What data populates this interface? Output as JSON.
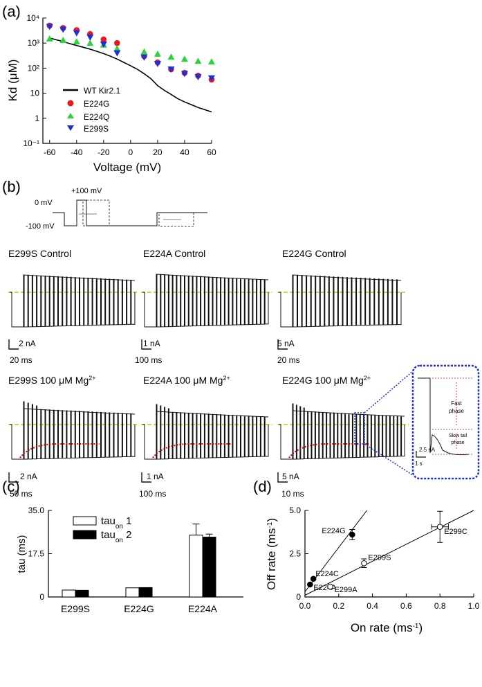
{
  "panel_labels": {
    "a": "(a)",
    "b": "(b)",
    "c": "(c)",
    "d": "(d)"
  },
  "colors": {
    "wt": "#000000",
    "e224g": "#e8191f",
    "e224q": "#2fd23a",
    "e299s": "#1f2fd8",
    "dashed_ref": "#b9cc1f",
    "fit": "#d40000",
    "inset_border": "#2030d0",
    "bar_open": "#ffffff",
    "bar_filled": "#000000"
  },
  "chart_data": [
    {
      "id": "a",
      "type": "scatter",
      "xlabel": "Voltage (mV)",
      "ylabel": "Kd (μM)",
      "xlim": [
        -65,
        60
      ],
      "ylim_log10": [
        -1,
        4
      ],
      "yscale": "log",
      "xticks": [
        "-60",
        "-40",
        "-20",
        "0",
        "20",
        "40",
        "60"
      ],
      "yticks": [
        "10⁻¹",
        "1",
        "10",
        "10²",
        "10³",
        "10⁴"
      ],
      "legend_position": "lower-left",
      "series": [
        {
          "name": "WT Kir2.1",
          "marker": "line",
          "x": [
            -60,
            -55,
            -50,
            -45,
            -40,
            -35,
            -30,
            -25,
            -20,
            -15,
            -10,
            -5,
            0,
            5,
            10,
            15,
            20,
            25,
            30,
            35,
            40,
            45,
            50,
            55,
            60
          ],
          "y": [
            1600,
            1350,
            1150,
            950,
            800,
            680,
            570,
            470,
            380,
            300,
            230,
            170,
            125,
            90,
            60,
            38,
            20,
            13,
            9,
            6,
            4.5,
            3.5,
            2.7,
            2.2,
            1.8
          ]
        },
        {
          "name": "E224G",
          "marker": "circle",
          "x": [
            -60,
            -50,
            -40,
            -30,
            -20,
            -10,
            10,
            20,
            30,
            40,
            50,
            60
          ],
          "y": [
            5000,
            4000,
            3300,
            2300,
            1400,
            1000,
            300,
            170,
            90,
            65,
            50,
            35
          ]
        },
        {
          "name": "E224Q",
          "marker": "triangle-up",
          "x": [
            -60,
            -50,
            -40,
            -30,
            -20,
            -10,
            10,
            20,
            30,
            40,
            50,
            60
          ],
          "y": [
            1500,
            1300,
            1150,
            1000,
            850,
            600,
            450,
            370,
            280,
            230,
            190,
            180
          ]
        },
        {
          "name": "E299S",
          "marker": "triangle-down",
          "x": [
            -60,
            -50,
            -40,
            -30,
            -20,
            -10,
            10,
            20,
            30,
            40,
            50,
            60
          ],
          "y": [
            4500,
            3500,
            2500,
            1700,
            900,
            400,
            270,
            150,
            90,
            60,
            45,
            40
          ]
        }
      ]
    },
    {
      "id": "c",
      "type": "bar",
      "xlabel": "",
      "ylabel": "tau (ms)",
      "ylim": [
        0,
        35
      ],
      "yticks": [
        "0",
        "17.5",
        "35.0"
      ],
      "categories": [
        "E299S",
        "E224G",
        "E224A"
      ],
      "legend_position": "top-left",
      "series": [
        {
          "name": "tauon 1",
          "name_base": "tau",
          "name_sub": "on",
          "name_suffix": " 1",
          "fill": "open",
          "values": [
            2.8,
            3.7,
            25.0
          ],
          "errors": [
            0.0,
            0.0,
            4.5
          ]
        },
        {
          "name": "tauon 2",
          "name_base": "tau",
          "name_sub": "on",
          "name_suffix": " 2",
          "fill": "filled",
          "values": [
            2.7,
            3.8,
            24.2
          ],
          "errors": [
            0.0,
            0.0,
            1.2
          ]
        }
      ]
    },
    {
      "id": "d",
      "type": "scatter",
      "xlabel": "On rate (ms⁻¹)",
      "ylabel": "Off rate (ms⁻¹)",
      "xlim": [
        0,
        1.0
      ],
      "ylim": [
        0,
        5.0
      ],
      "xticks": [
        "0.0",
        "0.2",
        "0.4",
        "0.6",
        "0.8",
        "1.0"
      ],
      "yticks": [
        "0",
        "2.5",
        "5.0"
      ],
      "points": [
        {
          "label": "E224G",
          "x": 0.28,
          "y": 3.6,
          "fill": "filled",
          "yerr": 0.3,
          "xerr": 0.0
        },
        {
          "label": "E224C",
          "x": 0.05,
          "y": 1.05,
          "fill": "filled",
          "yerr": 0.0,
          "xerr": 0.0
        },
        {
          "label": "E224A",
          "x": 0.03,
          "y": 0.72,
          "fill": "filled",
          "yerr": 0.0,
          "xerr": 0.0
        },
        {
          "label": "E299C",
          "x": 0.8,
          "y": 4.05,
          "fill": "open",
          "yerr": 0.9,
          "xerr": 0.05
        },
        {
          "label": "E299S",
          "x": 0.35,
          "y": 1.95,
          "fill": "open",
          "yerr": 0.25,
          "xerr": 0.0
        },
        {
          "label": "E299A",
          "x": 0.15,
          "y": 0.6,
          "fill": "open",
          "yerr": 0.0,
          "xerr": 0.0
        }
      ],
      "fit_lines": [
        {
          "name": "filled",
          "slope": 12.8,
          "intercept": 0.3
        },
        {
          "name": "open",
          "slope": 4.9,
          "intercept": 0.1
        }
      ]
    }
  ],
  "panel_b": {
    "protocol": {
      "label_100": "+100 mV",
      "label_0": "0 mV",
      "label_m100": "-100 mV"
    },
    "traces": [
      {
        "title": "E299S  Control",
        "scale_y": "2 nA",
        "scale_x": "20 ms",
        "fit": false
      },
      {
        "title": "E224A  Control",
        "scale_y": "1 nA",
        "scale_x": "100 ms",
        "fit": false
      },
      {
        "title": "E224G  Control",
        "scale_y": "5 nA",
        "scale_x": "20 ms",
        "fit": false
      },
      {
        "title_base": "E299S 100 μM Mg",
        "title_sup": "2+",
        "scale_y": "2 nA",
        "scale_x": "50 ms",
        "fit": true
      },
      {
        "title_base": "E224A 100 μM Mg",
        "title_sup": "2+",
        "scale_y": "1 nA",
        "scale_x": "100 ms",
        "fit": true
      },
      {
        "title_base": "E224G 100 μM Mg",
        "title_sup": "2+",
        "scale_y": "5 nA",
        "scale_x": "10 ms",
        "fit": true
      }
    ],
    "inset": {
      "fast": "Fast",
      "phase1": "phase",
      "slow": "Slow tail",
      "phase2": "phase",
      "scale_y": "2.5 nA",
      "scale_x": "1 s"
    }
  }
}
